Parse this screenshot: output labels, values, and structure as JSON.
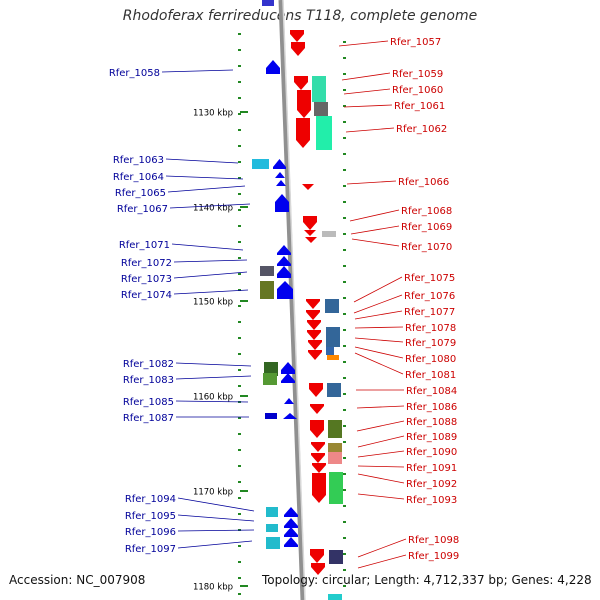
{
  "title": "Rhodoferax ferrireducens T118, complete genome",
  "accession_text": "Accession: NC_007908",
  "topology_text": "Topology: circular; Length: 4,712,337 bp; Genes: 4,228",
  "kbp_labels": [
    "1130 kbp",
    "1140 kbp",
    "1150 kbp",
    "1160 kbp",
    "1170 kbp",
    "1180 kbp"
  ],
  "left_genes": [
    "Rfer_1058",
    "Rfer_1063",
    "Rfer_1064",
    "Rfer_1065",
    "Rfer_1067",
    "Rfer_1071",
    "Rfer_1072",
    "Rfer_1073",
    "Rfer_1074",
    "Rfer_1082",
    "Rfer_1083",
    "Rfer_1085",
    "Rfer_1087",
    "Rfer_1094",
    "Rfer_1095",
    "Rfer_1096",
    "Rfer_1097"
  ],
  "right_genes": [
    "Rfer_1057",
    "Rfer_1059",
    "Rfer_1060",
    "Rfer_1061",
    "Rfer_1062",
    "Rfer_1066",
    "Rfer_1068",
    "Rfer_1069",
    "Rfer_1070",
    "Rfer_1075",
    "Rfer_1076",
    "Rfer_1077",
    "Rfer_1078",
    "Rfer_1079",
    "Rfer_1080",
    "Rfer_1081",
    "Rfer_1084",
    "Rfer_1086",
    "Rfer_1088",
    "Rfer_1089",
    "Rfer_1090",
    "Rfer_1091",
    "Rfer_1092",
    "Rfer_1093",
    "Rfer_1098",
    "Rfer_1099"
  ],
  "colors": {
    "left_label": "#000099",
    "right_label": "#cc0000",
    "forward_strand": "#0000ee",
    "reverse_strand": "#ee0000",
    "backbone": "#909090",
    "tick": "#228822"
  }
}
